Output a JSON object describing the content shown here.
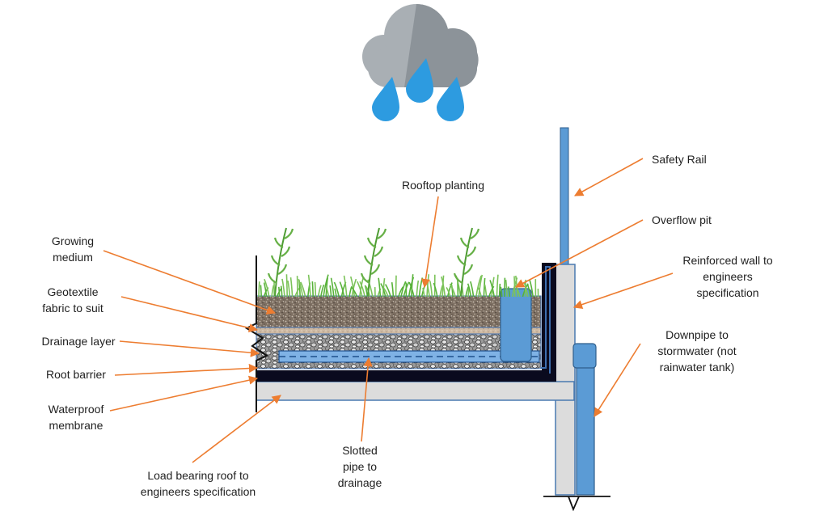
{
  "labels": {
    "rooftop_planting": [
      "Rooftop planting"
    ],
    "safety_rail": [
      "Safety Rail"
    ],
    "overflow_pit": [
      "Overflow pit"
    ],
    "reinforced_wall": [
      "Reinforced wall to",
      "engineers",
      "specification"
    ],
    "downpipe": [
      "Downpipe to",
      "stormwater (not",
      "rainwater tank)"
    ],
    "growing_medium": [
      "Growing",
      "medium"
    ],
    "geotextile": [
      "Geotextile",
      "fabric to suit"
    ],
    "drainage_layer": [
      "Drainage layer"
    ],
    "root_barrier": [
      "Root barrier"
    ],
    "waterproof_membrane": [
      "Waterproof",
      "membrane"
    ],
    "load_bearing_roof": [
      "Load bearing roof to",
      "engineers specification"
    ],
    "slotted_pipe": [
      "Slotted",
      "pipe to",
      "drainage"
    ]
  },
  "icons": {
    "cloud": "rain-cloud-icon"
  },
  "colors": {
    "arrow": "#ED7D31",
    "cloud_light": "#A9AFB4",
    "cloud_dark": "#8C9399",
    "raindrop": "#2D9BE0",
    "wall": "#DCDCDC",
    "wall_stroke": "#4A7AB0",
    "pipe": "#5B9BD5",
    "soil": "#8B7B6B",
    "membrane": "#0A0A1E",
    "grass": "#58B23A"
  }
}
